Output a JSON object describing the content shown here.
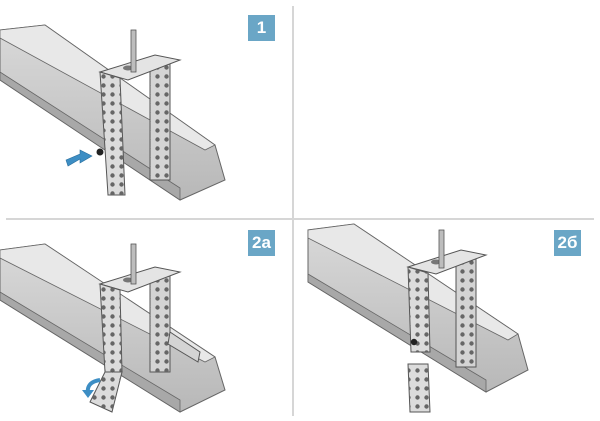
{
  "steps": {
    "step1": {
      "label": "1"
    },
    "step2a": {
      "label": "2a"
    },
    "step2b": {
      "label": "2б"
    }
  },
  "colors": {
    "badge": "#6aa6c6",
    "arrow": "#3d8ec4",
    "metal_light": "#e3e3e3",
    "metal_mid": "#c9c9c9",
    "metal_dark": "#9b9b9b",
    "outline": "#555555",
    "divider": "#d6d6d6"
  }
}
